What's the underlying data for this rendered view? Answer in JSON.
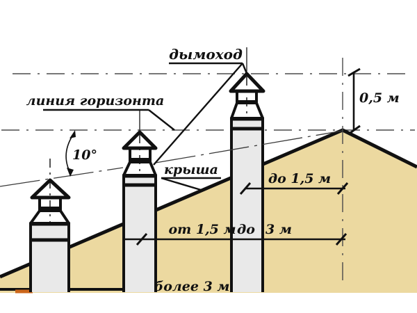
{
  "labels": {
    "chimney": "дымоход",
    "horizon_line": "линия горизонта",
    "roof": "крыша",
    "angle": "10°"
  },
  "dimensions": {
    "above_ridge": "0,5 м",
    "zone_near": "до 1,5 м",
    "zone_mid_from": "от 1,5 м",
    "zone_mid_to": "до",
    "zone_mid_value": "3 м",
    "zone_far": "более 3 м"
  },
  "colors": {
    "roof_fill": "#ecd9a0",
    "chimney_fill": "#e9e9e9",
    "line": "#111111",
    "accent_orange": "#cc661a"
  }
}
